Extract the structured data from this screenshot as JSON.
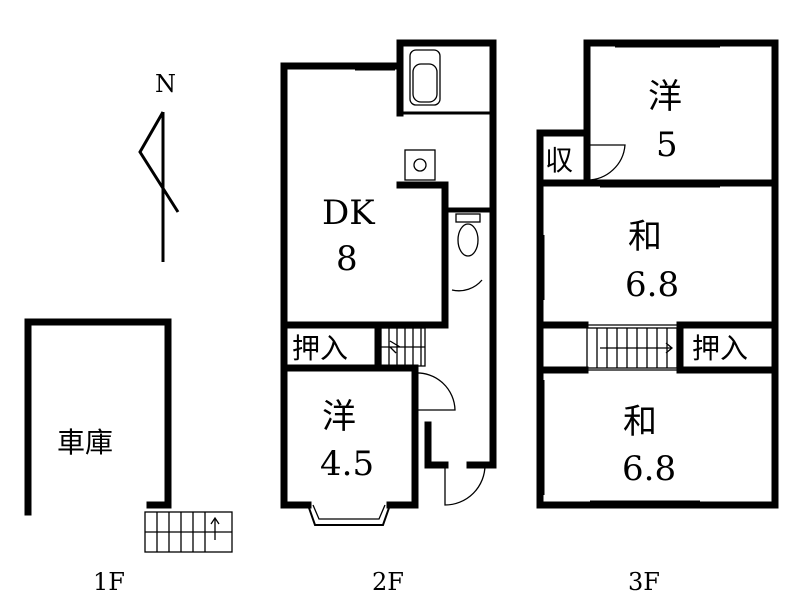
{
  "compass": {
    "north_label": "N"
  },
  "floors": {
    "f1": {
      "label": "1F",
      "garage": "車庫"
    },
    "f2": {
      "label": "2F",
      "dk_name": "DK",
      "dk_size": "8",
      "closet": "押入",
      "western_name": "洋",
      "western_size": "4.5"
    },
    "f3": {
      "label": "3F",
      "western_name": "洋",
      "western_size": "5",
      "storage": "収",
      "japanese1_name": "和",
      "japanese1_size": "6.8",
      "closet": "押入",
      "japanese2_name": "和",
      "japanese2_size": "6.8"
    }
  }
}
